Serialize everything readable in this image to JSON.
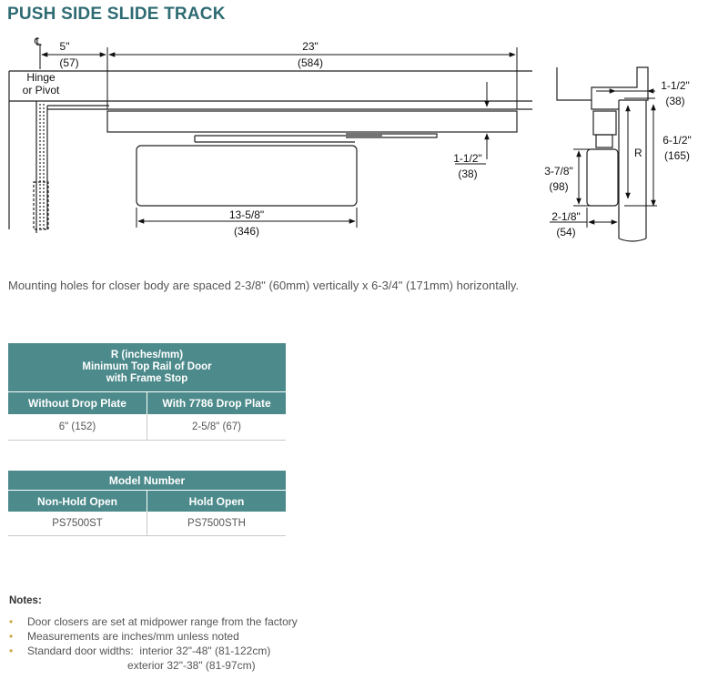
{
  "title": "PUSH SIDE SLIDE TRACK",
  "drawing": {
    "centerline_symbol": "℄",
    "hinge_label": [
      "Hinge",
      "or Pivot"
    ],
    "dim_5": [
      "5\"",
      "(57)"
    ],
    "dim_23": [
      "23\"",
      "(584)"
    ],
    "dim_1_1_2_left": [
      "1-1/2\"",
      "(38)"
    ],
    "dim_13_5_8": [
      "13-5/8\"",
      "(346)"
    ],
    "dim_1_1_2_right": [
      "1-1/2\"",
      "(38)"
    ],
    "dim_6_1_2": [
      "6-1/2\"",
      "(165)"
    ],
    "dim_3_7_8": [
      "3-7/8\"",
      "(98)"
    ],
    "dim_2_1_8": [
      "2-1/8\"",
      "(54)"
    ],
    "r_label": "R"
  },
  "mounting_text": "Mounting holes for closer body are spaced 2-3/8\" (60mm) vertically x 6-3/4\" (171mm) horizontally.",
  "table_r": {
    "header_lines": [
      "R (inches/mm)",
      "Minimum Top Rail of Door",
      "with Frame Stop"
    ],
    "columns": [
      "Without Drop Plate",
      "With 7786 Drop Plate"
    ],
    "rows": [
      [
        "6\" (152)",
        "2-5/8\" (67)"
      ]
    ]
  },
  "table_model": {
    "header": "Model Number",
    "columns": [
      "Non-Hold Open",
      "Hold Open"
    ],
    "rows": [
      [
        "PS7500ST",
        "PS7500STH"
      ]
    ]
  },
  "notes": {
    "heading": "Notes:",
    "bullet": "•",
    "items": [
      "Door closers are set at midpower range from the factory",
      "Measurements are inches/mm unless noted",
      "Standard door widths:  interior 32\"-48\" (81-122cm)",
      "                                 exterior 32\"-38\" (81-97cm)"
    ]
  },
  "colors": {
    "teal": "#4d8a8b",
    "title": "#2e6b73",
    "bullet": "#c8a84a"
  }
}
